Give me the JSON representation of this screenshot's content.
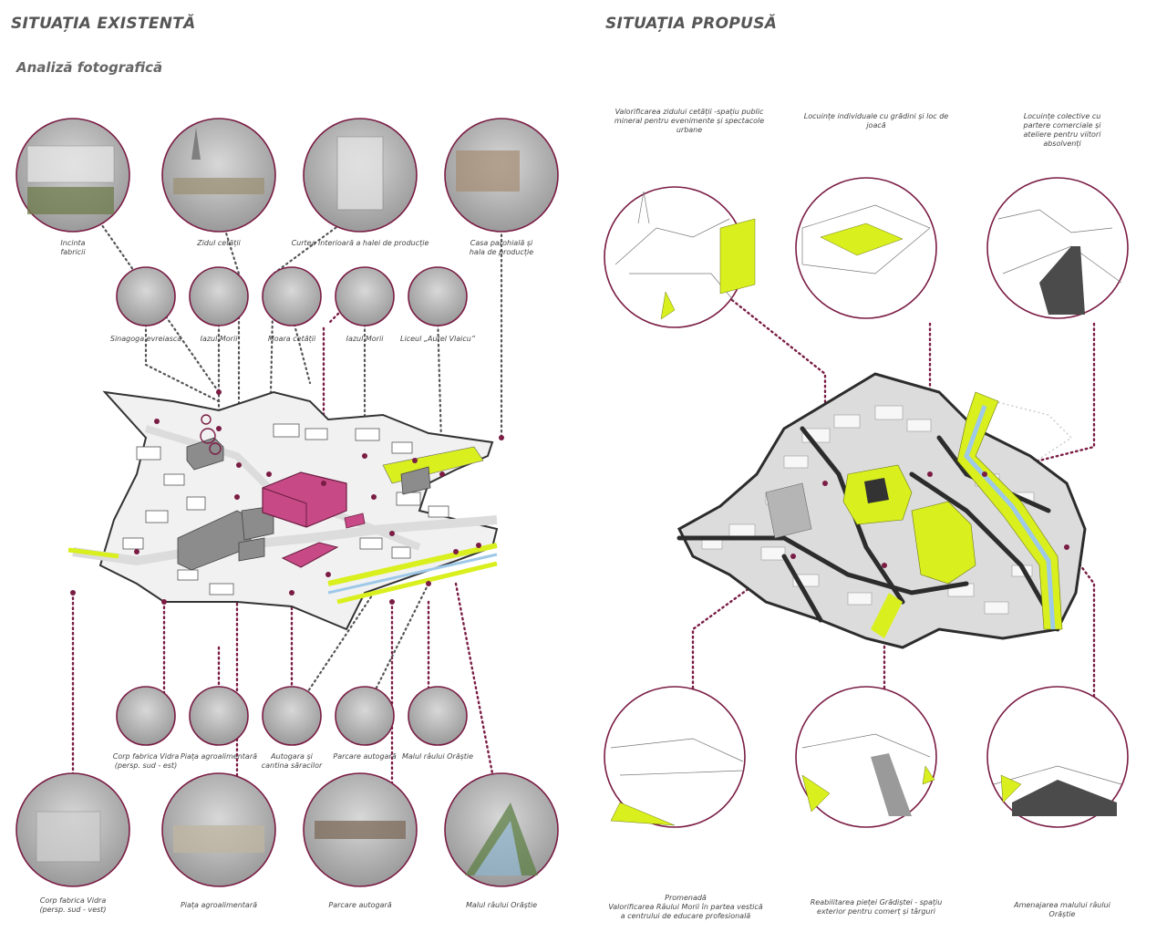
{
  "headings": {
    "existing": "SITUAȚIA EXISTENTĂ",
    "analysis": "Analiză fotografică",
    "proposed": "SITUAȚIA PROPUSĂ"
  },
  "colors": {
    "accent": "#7a1c44",
    "highlight": "#d9ef1e",
    "building_existing": "#c74a87",
    "building_grey": "#8c8c8c",
    "river": "#9ec9e8"
  },
  "existing": {
    "top_photos": [
      {
        "caption": "Incinta\nfabricii"
      },
      {
        "caption": "Zidul cetății"
      },
      {
        "caption": "Curtea interioară a halei de producție"
      },
      {
        "caption": "Casa parohială și\nhala de producție"
      }
    ],
    "mid_photos": [
      {
        "caption": "Sinagoga evreiască"
      },
      {
        "caption": "Iazul Morii"
      },
      {
        "caption": "Moara cetății"
      },
      {
        "caption": "Iazul Morii"
      },
      {
        "caption": "Liceul „Aurel Vlaicu”"
      }
    ],
    "lower_photos": [
      {
        "caption": "Corp fabrica Vidra\n(persp. sud - est)"
      },
      {
        "caption": "Piața agroalimentară"
      },
      {
        "caption": "Autogara și\ncantina săracilor"
      },
      {
        "caption": "Parcare autogară"
      },
      {
        "caption": "Malul râului Orăștie"
      }
    ],
    "bottom_photos": [
      {
        "caption": "Corp fabrica Vidra\n(persp. sud - vest)"
      },
      {
        "caption": "Piața agroalimentară"
      },
      {
        "caption": "Parcare autogară"
      },
      {
        "caption": "Malul râului Orăștie"
      }
    ]
  },
  "proposed": {
    "top_sketches": [
      {
        "caption": "Valorificarea zidului cetății -spațiu public\nmineral pentru evenimente și spectacole\nurbane"
      },
      {
        "caption": "Locuințe individuale cu grădini și loc de\njoacă"
      },
      {
        "caption": "Locuințe colective cu partere comerciale și\nateliere pentru viitori absolvenți"
      }
    ],
    "bottom_sketches": [
      {
        "caption": "Promenadă\nValorificarea Râului Morii în partea vestică\na centrului de educare profesională"
      },
      {
        "caption": "Reabilitarea pieței Grădiștei - spațiu\nexterior pentru comerț și târguri"
      },
      {
        "caption": "Amenajarea  malului râului Orăștie"
      }
    ]
  }
}
